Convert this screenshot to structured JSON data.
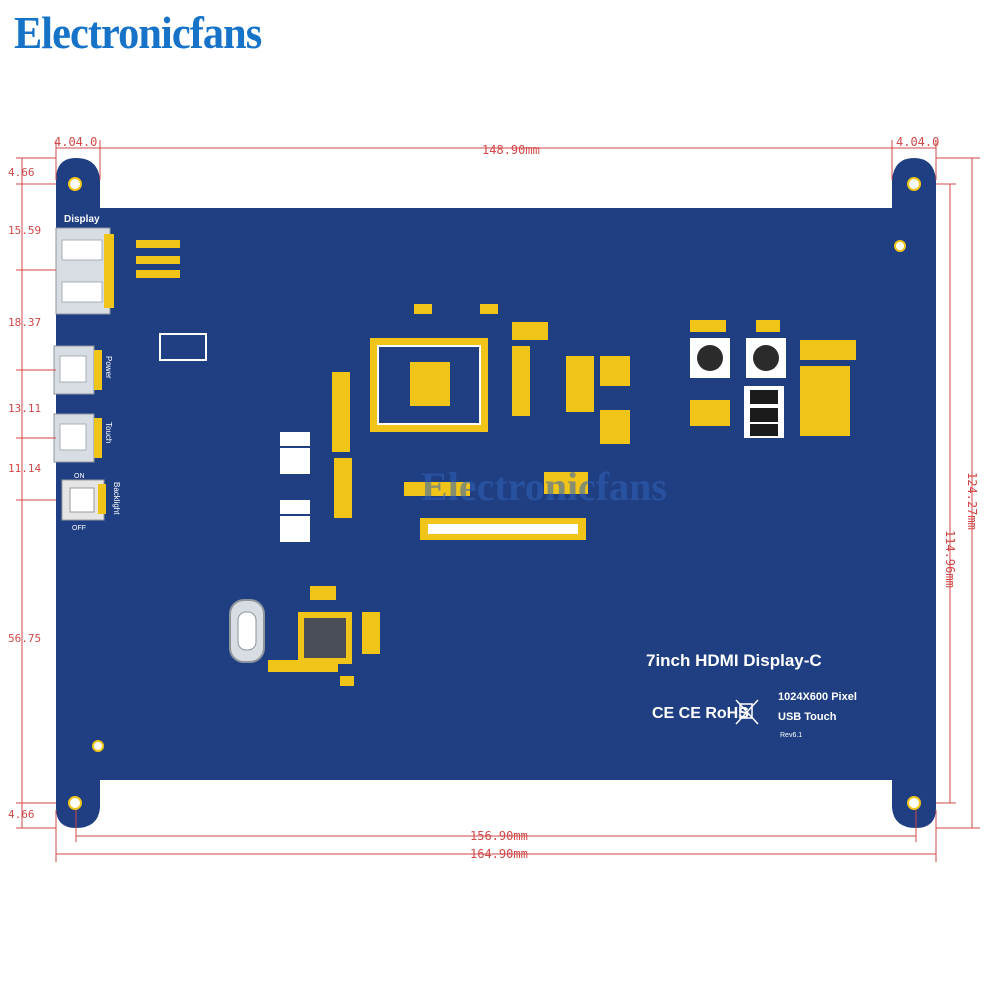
{
  "brand": {
    "name": "Electronicfans",
    "color": "#1673c8",
    "watermark": "Electronicfans"
  },
  "board": {
    "title": "7inch HDMI Display-C",
    "resolution": "1024X600 Pixel",
    "touch": "USB Touch",
    "revision": "Rev6.1",
    "certs": "CE CE RoHS",
    "pcb_color": "#1f3f82",
    "pad_color": "#f0c419"
  },
  "ports": {
    "display": "Display",
    "power": "Power",
    "touch": "Touch",
    "backlight": "Backlight",
    "on": "ON",
    "off": "OFF"
  },
  "dimensions": {
    "top_left_offset": "4.04.0",
    "top_right_offset": "4.04.0",
    "top_width": "148.90mm",
    "bottom_inner": "156.90mm",
    "bottom_outer": "164.90mm",
    "right_inner": "114.96mm",
    "right_outer": "124.27mm",
    "left_top": "4.66",
    "left_display": "15.59",
    "left_power": "18.37",
    "left_touch": "13.11",
    "left_backlight": "11.14",
    "left_mid": "56.75",
    "left_bottom": "4.66",
    "line_color": "#d24848"
  }
}
